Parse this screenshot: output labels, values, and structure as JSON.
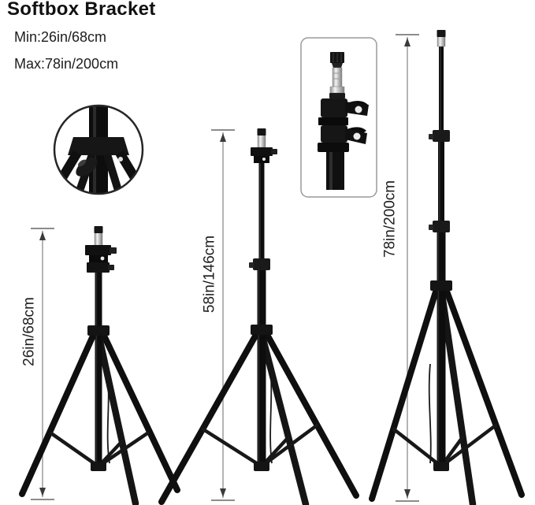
{
  "header": {
    "title": "Softbox Bracket",
    "min_label": "Min:26in/68cm",
    "max_label": "Max:78in/200cm"
  },
  "measurements": [
    {
      "name": "collapsed",
      "label": "26in/68cm"
    },
    {
      "name": "half-extended",
      "label": "58in/146cm"
    },
    {
      "name": "fully-extended",
      "label": "78in/200cm"
    }
  ],
  "figures": {
    "leg_hub_closeup": "tripod-leg-hub-lock-knob-closeup",
    "bracket_closeup": "stand-top-bracket-spigot-closeup",
    "stands": [
      "light-stand-collapsed",
      "light-stand-half-extended",
      "light-stand-fully-extended"
    ]
  },
  "colors": {
    "background": "#ffffff",
    "stand": "#0d0d0d",
    "arrow": "#9a9a9a",
    "text": "#1d1d1d",
    "spigot_silver": "#c9c9c9"
  }
}
